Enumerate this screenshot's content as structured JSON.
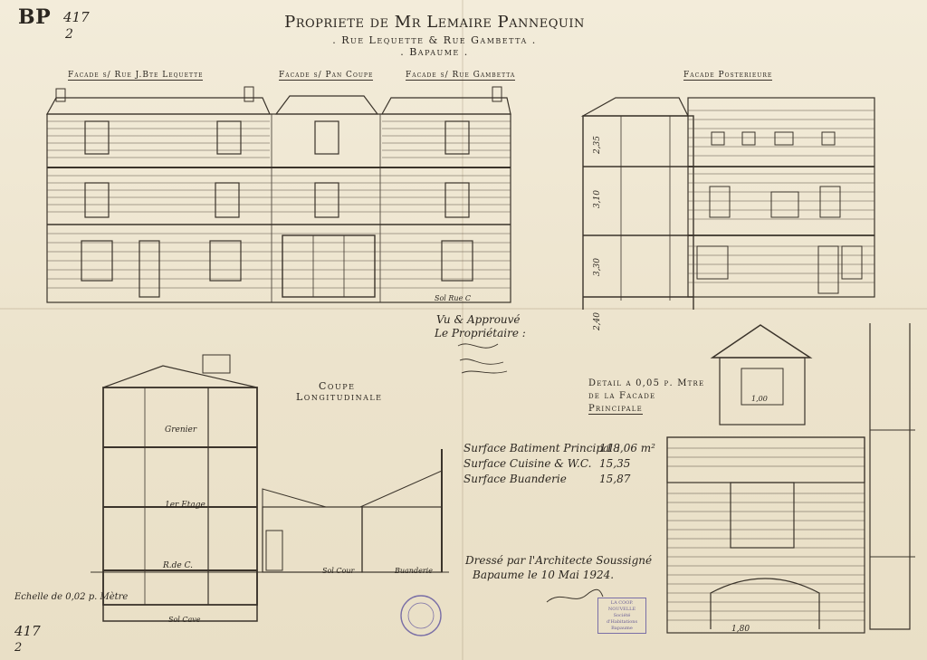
{
  "doc": {
    "corner_code": "BP",
    "corner_num_top": "417",
    "corner_sub_top": "2",
    "corner_num_bottom": "417",
    "corner_sub_bottom": "2",
    "title_line1": "Propriete de Mr Lemaire Pannequin",
    "title_line2": ". Rue Lequette & Rue Gambetta .",
    "title_line3": ". Bapaume .",
    "label_facade_lequette": "Facade s/ Rue J.Bte Lequette",
    "label_facade_pan": "Facade s/ Pan Coupe",
    "label_facade_gambetta": "Facade s/ Rue Gambetta",
    "label_facade_posterieure": "Facade Posterieure",
    "label_coupe": "Coupe",
    "label_longitudinale": "Longitudinale",
    "detail_line1": "Detail a 0,05 p. Mtre",
    "detail_line2": "de la Facade",
    "detail_line3": "Principale",
    "approval_line1": "Vu & Approuvé",
    "approval_line2": "Le Propriétaire :",
    "surface_1_label": "Surface Batiment Principal :",
    "surface_1_value": "118,06 m²",
    "surface_2_label": "Surface Cuisine & W.C.",
    "surface_2_value": "15,35",
    "surface_3_label": "Surface Buanderie",
    "surface_3_value": "15,87",
    "drawn_line1": "Dressé par l'Architecte Soussigné",
    "drawn_line2": "Bapaume le 10 Mai   1924.",
    "scale_note": "Echelle de 0,02 p. Mètre",
    "stamp_line1": "LA COOP. NOUVELLE",
    "stamp_line2": "Société d'Habitations",
    "stamp_line3": "Bapaume",
    "dim_235": "2,35",
    "dim_310": "3,10",
    "dim_330": "3,30",
    "dim_240": "2,40",
    "dim_180": "1,80",
    "dim_100": "1,00",
    "sol_label": "Sol Rue C",
    "etage_label": "1er Etage",
    "rdc_label": "R.de C.",
    "cave_label": "Sol Cave",
    "grenier_label": "Grenier",
    "buanderie_label": "Buanderie",
    "sol_cour_label": "Sol Cour"
  }
}
